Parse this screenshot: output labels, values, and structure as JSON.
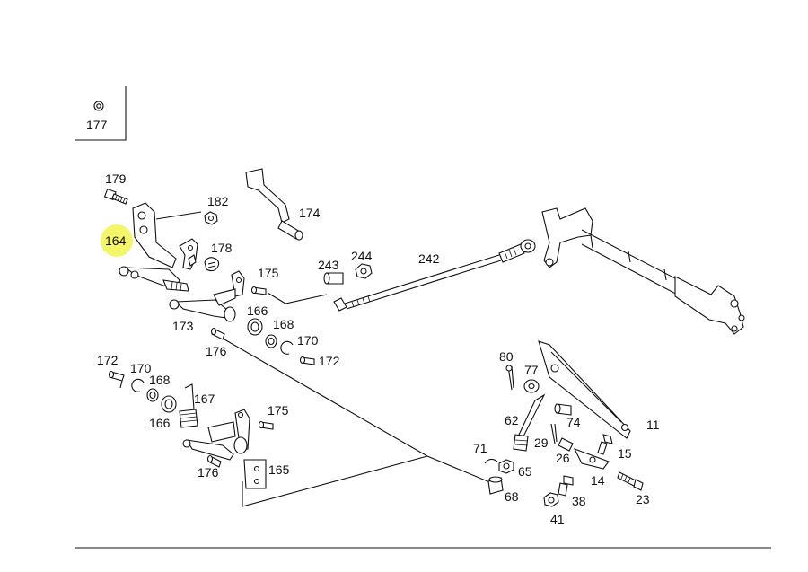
{
  "highlight_color": "#f5f56a",
  "labels": {
    "l177_box": "177",
    "l179": "179",
    "l164": "164",
    "l182": "182",
    "l174": "174",
    "l178": "178",
    "l175a": "175",
    "l243": "243",
    "l244": "244",
    "l242": "242",
    "l166a": "166",
    "l168a": "168",
    "l170a": "170",
    "l172a": "172",
    "l173": "173",
    "l176a": "176",
    "l172b": "172",
    "l170b": "170",
    "l168b": "168",
    "l167": "167",
    "l166b": "166",
    "l175b": "175",
    "l176b": "176",
    "l165": "165",
    "l80": "80",
    "l77": "77",
    "l62": "62",
    "l74": "74",
    "l11": "11",
    "l29": "29",
    "l26": "26",
    "l15": "15",
    "l71": "71",
    "l65": "65",
    "l14": "14",
    "l68": "68",
    "l38": "38",
    "l23": "23",
    "l41": "41"
  }
}
